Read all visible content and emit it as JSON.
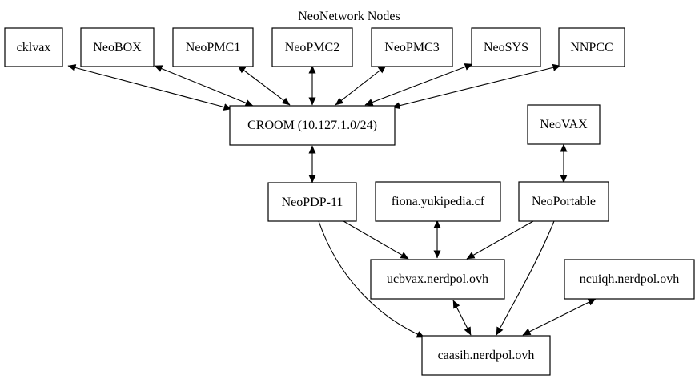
{
  "diagram": {
    "title": "NeoNetwork Nodes",
    "nodes": {
      "cklvax": "cklvax",
      "neobox": "NeoBOX",
      "neopmc1": "NeoPMC1",
      "neopmc2": "NeoPMC2",
      "neopmc3": "NeoPMC3",
      "neosys": "NeoSYS",
      "nnpcc": "NNPCC",
      "croom": "CROOM (10.127.1.0/24)",
      "neovax": "NeoVAX",
      "neopdp11": "NeoPDP-11",
      "fiona": "fiona.yukipedia.cf",
      "neoportable": "NeoPortable",
      "ucbvax": "ucbvax.nerdpol.ovh",
      "ncuiqh": "ncuiqh.nerdpol.ovh",
      "caasih": "caasih.nerdpol.ovh"
    },
    "edges": [
      {
        "from": "cklvax",
        "to": "croom",
        "direction": "both"
      },
      {
        "from": "neobox",
        "to": "croom",
        "direction": "both"
      },
      {
        "from": "neopmc1",
        "to": "croom",
        "direction": "both"
      },
      {
        "from": "neopmc2",
        "to": "croom",
        "direction": "both"
      },
      {
        "from": "neopmc3",
        "to": "croom",
        "direction": "both"
      },
      {
        "from": "neosys",
        "to": "croom",
        "direction": "both"
      },
      {
        "from": "nnpcc",
        "to": "croom",
        "direction": "both"
      },
      {
        "from": "croom",
        "to": "neopdp11",
        "direction": "both"
      },
      {
        "from": "neovax",
        "to": "neoportable",
        "direction": "both"
      },
      {
        "from": "neopdp11",
        "to": "ucbvax",
        "direction": "forward"
      },
      {
        "from": "fiona",
        "to": "ucbvax",
        "direction": "both"
      },
      {
        "from": "neoportable",
        "to": "ucbvax",
        "direction": "forward"
      },
      {
        "from": "neopdp11",
        "to": "caasih",
        "direction": "forward"
      },
      {
        "from": "neoportable",
        "to": "caasih",
        "direction": "forward"
      },
      {
        "from": "ucbvax",
        "to": "caasih",
        "direction": "both"
      },
      {
        "from": "ncuiqh",
        "to": "caasih",
        "direction": "both"
      }
    ]
  }
}
